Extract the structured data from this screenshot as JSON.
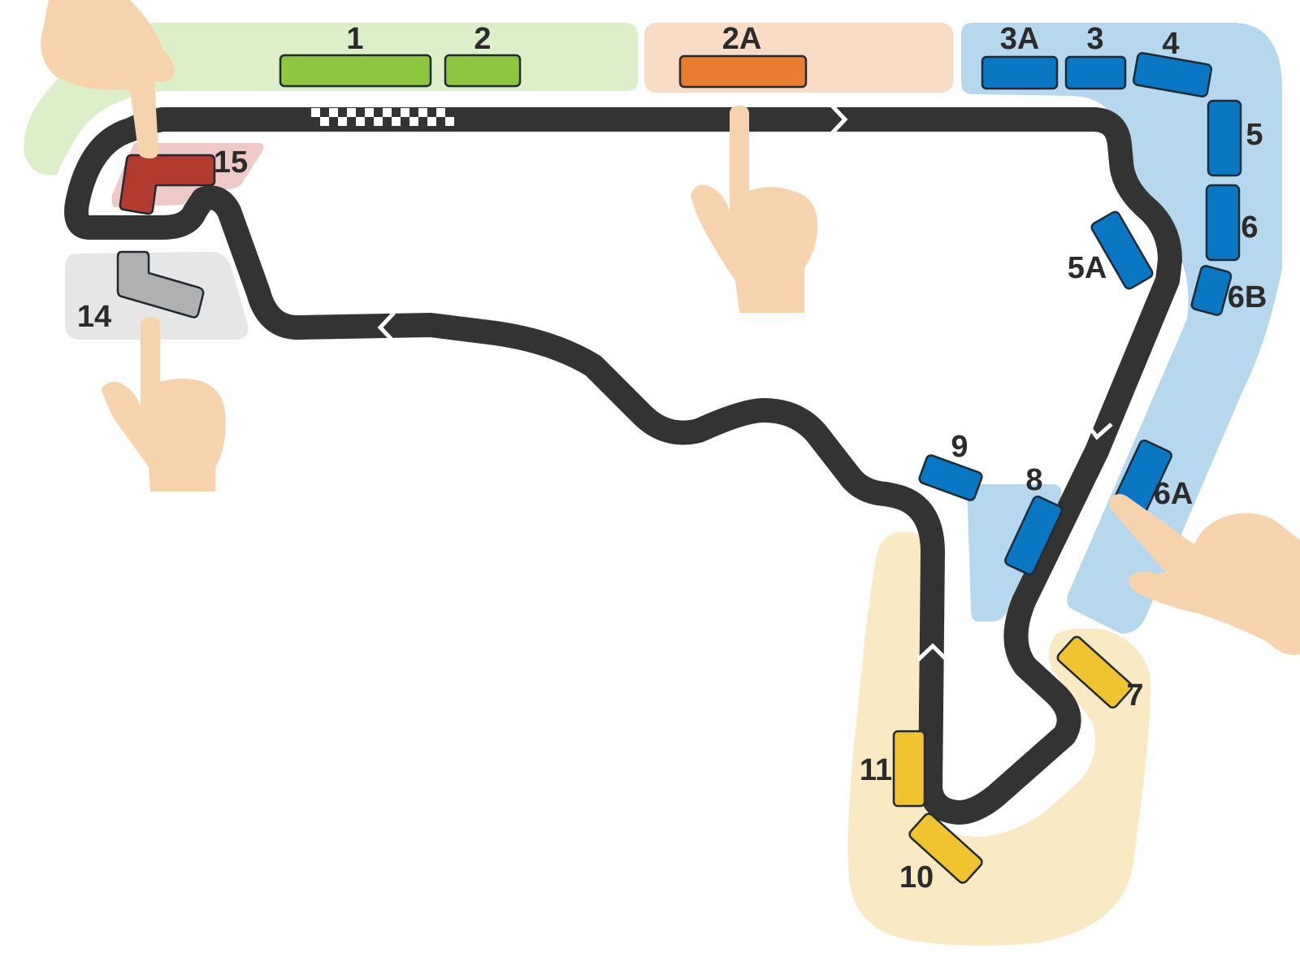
{
  "map": {
    "title": "Circuit grandstand map",
    "colors": {
      "track": "#333333",
      "green_zone": "#dcefc8",
      "green_stand": "#8dc63f",
      "orange_zone": "#f8dcc6",
      "orange_stand": "#e87d2f",
      "blue_zone": "#b5d8ee",
      "blue_stand": "#0a77c4",
      "yellow_zone": "#faeac4",
      "yellow_stand": "#f0c330",
      "red_zone": "#efc9c6",
      "red_stand": "#b03b2e",
      "grey_zone": "#e6e6e6",
      "grey_stand": "#b0b0b0"
    },
    "zones": [
      {
        "id": "green",
        "stands": [
          "1",
          "2"
        ]
      },
      {
        "id": "orange",
        "stands": [
          "2A"
        ]
      },
      {
        "id": "blue",
        "stands": [
          "3A",
          "3",
          "4",
          "5",
          "5A",
          "6",
          "6B",
          "6A",
          "8",
          "9"
        ]
      },
      {
        "id": "yellow",
        "stands": [
          "7",
          "10",
          "11"
        ]
      },
      {
        "id": "red",
        "stands": [
          "15"
        ]
      },
      {
        "id": "grey",
        "stands": [
          "14"
        ]
      }
    ],
    "stands": {
      "s1": "1",
      "s2": "2",
      "s2A": "2A",
      "s3A": "3A",
      "s3": "3",
      "s4": "4",
      "s5": "5",
      "s5A": "5A",
      "s6": "6",
      "s6B": "6B",
      "s6A": "6A",
      "s7": "7",
      "s8": "8",
      "s9": "9",
      "s10": "10",
      "s11": "11",
      "s14": "14",
      "s15": "15"
    },
    "markers": {
      "start_finish": "checkered-flag",
      "pointing_hands": [
        "15",
        "2A",
        "14",
        "6A"
      ]
    }
  }
}
